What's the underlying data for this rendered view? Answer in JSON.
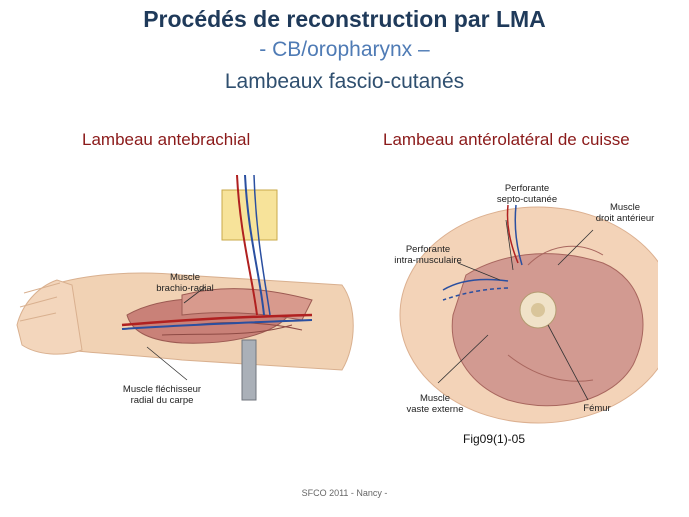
{
  "title": {
    "line1": "Procédés de reconstruction par LMA",
    "line2": "- CB/oropharynx –",
    "line3": "Lambeaux fascio-cutanés"
  },
  "left_panel": {
    "subtitle": "Lambeau antebrachial",
    "labels": {
      "brachio_radial_1": "Muscle",
      "brachio_radial_2": "brachio-radial",
      "flechisseur_1": "Muscle fléchisseur",
      "flechisseur_2": "radial du carpe"
    }
  },
  "right_panel": {
    "subtitle": "Lambeau antérolatéral de cuisse",
    "labels": {
      "septo_1": "Perforante",
      "septo_2": "septo-cutanée",
      "droit_1": "Muscle",
      "droit_2": "droit antérieur",
      "intra_1": "Perforante",
      "intra_2": "intra-musculaire",
      "vaste_1": "Muscle",
      "vaste_2": "vaste externe",
      "femur": "Fémur"
    },
    "figure_code": "Fig09(1)-05"
  },
  "footer": "SFCO 2011 - Nancy -"
}
